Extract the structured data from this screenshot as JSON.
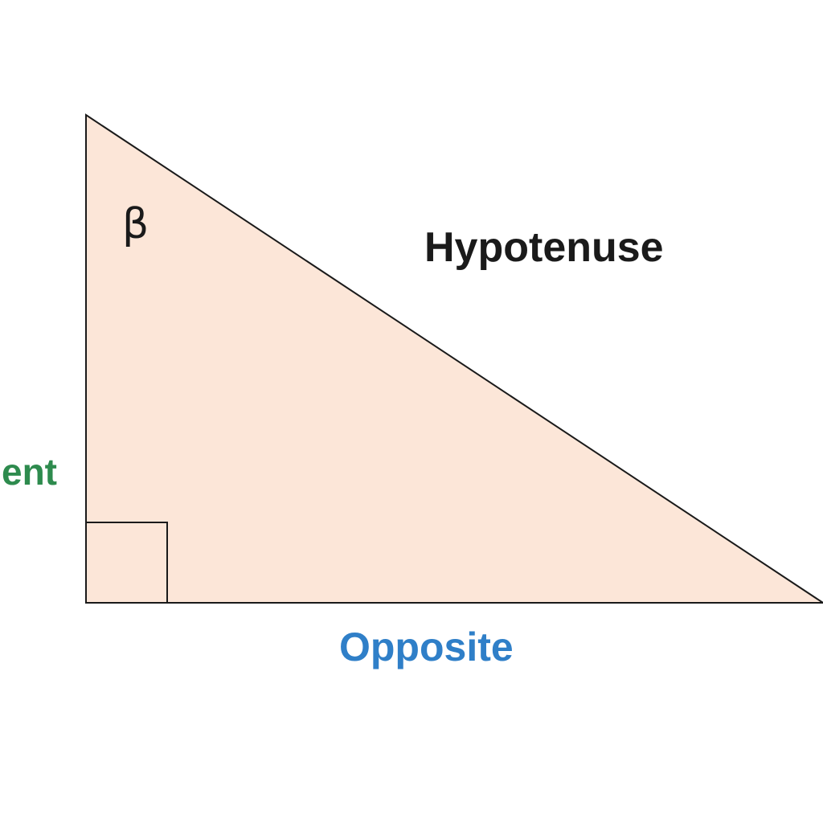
{
  "diagram": {
    "labels": {
      "hypotenuse": "Hypotenuse",
      "opposite": "Opposite",
      "adjacent": "ent",
      "angle": "β"
    },
    "colors": {
      "triangle_fill": "#fce6d8",
      "stroke": "#1a1a1a",
      "hypotenuse_text": "#1a1a1a",
      "opposite_text": "#2f7fc8",
      "adjacent_text": "#2e8b4e",
      "angle_text": "#1a1a1a"
    }
  }
}
